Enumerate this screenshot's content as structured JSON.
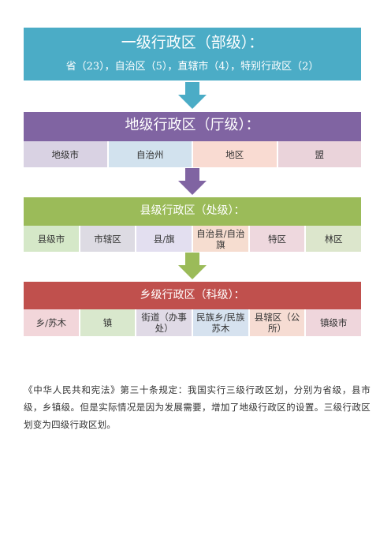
{
  "levels": [
    {
      "title": "一级行政区（部级）：",
      "subtitle": "省（23），自治区（5），直辖市（4），特别行政区（2）",
      "color": "#4bacc6",
      "items": []
    },
    {
      "title": "地级行政区（厅级）：",
      "color": "#8064a2",
      "items": [
        "地级市",
        "自治州",
        "地区",
        "盟"
      ],
      "item_colors": [
        "#d9d2e3",
        "#d2e2ee",
        "#f9dbd2",
        "#ead3da"
      ]
    },
    {
      "title": "县级行政区（处级）：",
      "color": "#9bbb59",
      "items": [
        "县级市",
        "市辖区",
        "县/旗",
        "自治县/自治旗",
        "特区",
        "林区"
      ],
      "item_colors": [
        "#d5e8c8",
        "#dddbe3",
        "#e3dff0",
        "#f6ddd0",
        "#eed8de",
        "#dce6cc"
      ]
    },
    {
      "title": "乡级行政区（科级）：",
      "color": "#c0504d",
      "items": [
        "乡/苏木",
        "镇",
        "街道（办事处）",
        "民族乡/民族苏木",
        "县辖区（公所）",
        "镇级市"
      ],
      "item_colors": [
        "#f2d6da",
        "#d9e8cd",
        "#e0dae6",
        "#d6e2ef",
        "#f6dcd3",
        "#efd6dc"
      ]
    }
  ],
  "note": "《中华人民共和宪法》第三十条规定：我国实行三级行政区划，分别为省级，县市级，乡镇级。但是实际情况是因为发展需要，增加了地级行政区的设置。三级行政区划变为四级行政区划。"
}
